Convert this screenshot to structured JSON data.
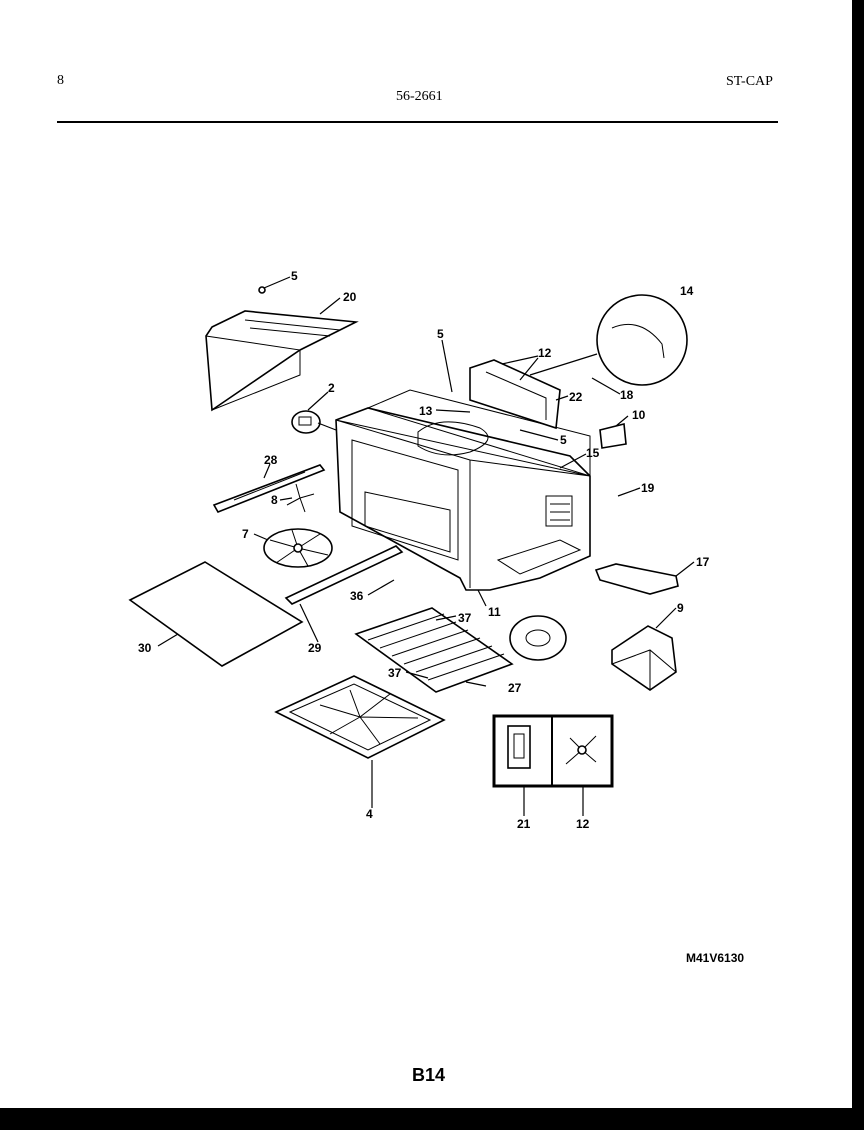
{
  "header": {
    "left": "8",
    "center": "56-2661",
    "right": "ST-CAP"
  },
  "callouts": [
    "5",
    "20",
    "2",
    "28",
    "8",
    "7",
    "30",
    "29",
    "36",
    "11",
    "37",
    "27",
    "37",
    "4",
    "5",
    "12",
    "13",
    "22",
    "18",
    "5",
    "14",
    "10",
    "15",
    "19",
    "17",
    "9",
    "21",
    "12"
  ],
  "inset_labels": [
    "21",
    "12"
  ],
  "footer": {
    "diagram_code": "M41V6130",
    "page_number": "B14"
  }
}
